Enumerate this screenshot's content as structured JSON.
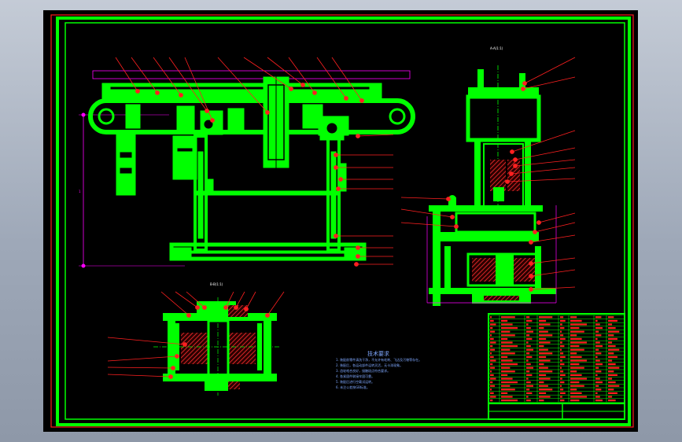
{
  "drawing": {
    "section_titles": {
      "top_right": "A-A(1:1)",
      "lower_left": "B-B(1:1)"
    },
    "dimension_text": "1",
    "notes": {
      "title": "技术要求",
      "lines": [
        "1. 装配前零件清洗干净，不允许有毛刺、飞边及污物等存在。",
        "2. 装配后，各运动部件运转灵活，无卡滞现象。",
        "3. 齿轮啮合良好，接触斑点符合要求。",
        "4. 各紧固件联接牢固可靠。",
        "5. 装配后进行空载试运转。",
        "6. 未注公差按GB标准。"
      ]
    }
  },
  "colors": {
    "outline": "#00ff00",
    "border_red": "#ff1a1a",
    "leader_red": "#ff2020",
    "magenta_dim": "#ff00ff",
    "notes_text": "#7fa8ff",
    "white_text": "#ffffff",
    "hatch": "#ff3030"
  }
}
